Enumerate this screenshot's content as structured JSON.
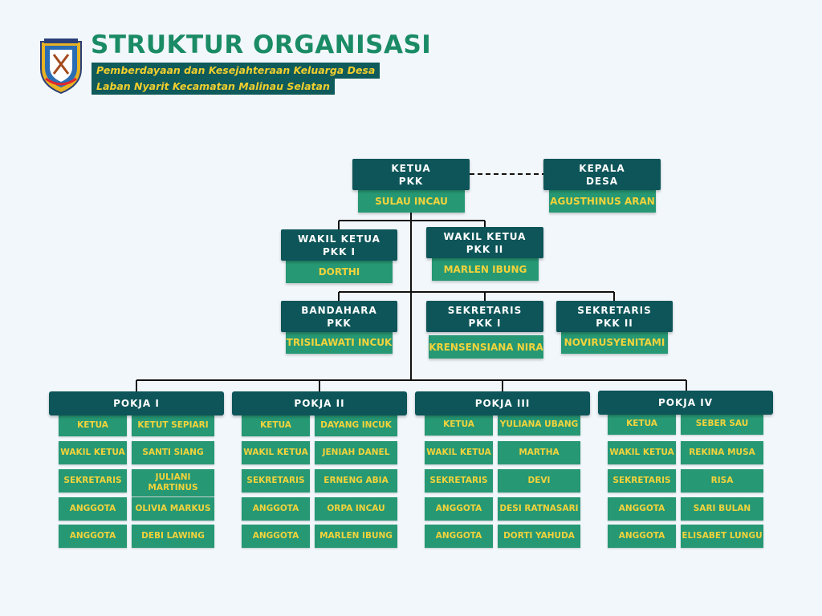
{
  "header": {
    "title": "STRUKTUR ORGANISASI",
    "subtitle_line1": "Pemberdayaan dan Kesejahteraan Keluarga Desa",
    "subtitle_line2": "Laban Nyarit Kecamatan Malinau Selatan"
  },
  "ketua": {
    "role1": "KETUA",
    "role2": "PKK",
    "name": "SULAU INCAU"
  },
  "kepala": {
    "role1": "KEPALA",
    "role2": "DESA",
    "name": "AGUSTHINUS ARAN"
  },
  "wakil1": {
    "role1": "WAKIL KETUA",
    "role2": "PKK I",
    "name": "DORTHI"
  },
  "wakil2": {
    "role1": "WAKIL KETUA",
    "role2": "PKK II",
    "name": "MARLEN IBUNG"
  },
  "bendahara": {
    "role1": "BANDAHARA",
    "role2": "PKK",
    "name": "TRISILAWATI INCUK"
  },
  "sekretaris1": {
    "role1": "SEKRETARIS",
    "role2": "PKK I",
    "name": "KRENSENSIANA NIRA"
  },
  "sekretaris2": {
    "role1": "SEKRETARIS",
    "role2": "PKK II",
    "name": "NOVIRUSYENITAMI"
  },
  "pokja": [
    {
      "title": "POKJA I",
      "rows": [
        {
          "role": "KETUA",
          "name": "KETUT SEPIARI"
        },
        {
          "role": "WAKIL KETUA",
          "name": "SANTI SIANG"
        },
        {
          "role": "SEKRETARIS",
          "name": "JULIANI MARTINUS"
        },
        {
          "role": "ANGGOTA",
          "name": "OLIVIA MARKUS"
        },
        {
          "role": "ANGGOTA",
          "name": "DEBI LAWING"
        }
      ]
    },
    {
      "title": "POKJA II",
      "rows": [
        {
          "role": "KETUA",
          "name": "DAYANG INCUK"
        },
        {
          "role": "WAKIL KETUA",
          "name": "JENIAH DANEL"
        },
        {
          "role": "SEKRETARIS",
          "name": "ERNENG ABIA"
        },
        {
          "role": "ANGGOTA",
          "name": "ORPA INCAU"
        },
        {
          "role": "ANGGOTA",
          "name": "MARLEN IBUNG"
        }
      ]
    },
    {
      "title": "POKJA III",
      "rows": [
        {
          "role": "KETUA",
          "name": "YULIANA UBANG"
        },
        {
          "role": "WAKIL KETUA",
          "name": "MARTHA"
        },
        {
          "role": "SEKRETARIS",
          "name": "DEVI"
        },
        {
          "role": "ANGGOTA",
          "name": "DESI RATNASARI"
        },
        {
          "role": "ANGGOTA",
          "name": "DORTI YAHUDA"
        }
      ]
    },
    {
      "title": "POKJA IV",
      "rows": [
        {
          "role": "KETUA",
          "name": "SEBER SAU"
        },
        {
          "role": "WAKIL KETUA",
          "name": "REKINA MUSA"
        },
        {
          "role": "SEKRETARIS",
          "name": "RISA"
        },
        {
          "role": "ANGGOTA",
          "name": "SARI BULAN"
        },
        {
          "role": "ANGGOTA",
          "name": "ELISABET LUNGU"
        }
      ]
    }
  ]
}
